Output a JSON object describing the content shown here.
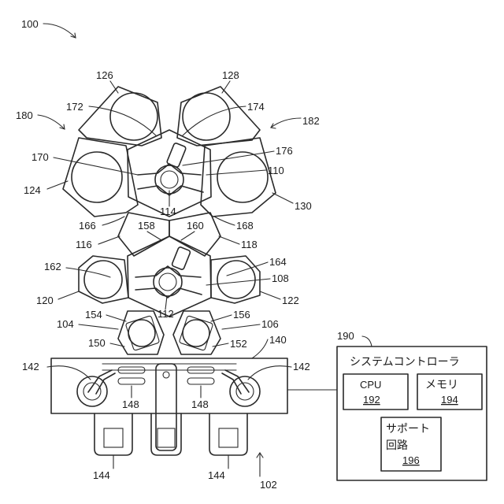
{
  "labels": {
    "system": "100",
    "factory_interface": "102",
    "ll_left": "104",
    "ll_right": "106",
    "lower_chamber": "108",
    "upper_chamber": "110",
    "lower_robot": "112",
    "upper_robot": "114",
    "pass_left": "116",
    "pass_right": "118",
    "pc_120": "120",
    "pc_122": "122",
    "pc_124": "124",
    "pc_126": "126",
    "pc_128": "128",
    "pc_130": "130",
    "fi_140": "140",
    "robot_left": "142",
    "robot_right": "142",
    "foup_left": "144",
    "foup_right": "144",
    "track_left": "148",
    "track_right": "148",
    "l150": "150",
    "l152": "152",
    "l154": "154",
    "l156": "156",
    "l158": "158",
    "l160": "160",
    "l162": "162",
    "l164": "164",
    "l166": "166",
    "l168": "168",
    "l170": "170",
    "l172": "172",
    "l174": "174",
    "l176": "176",
    "cluster_left": "180",
    "cluster_right": "182",
    "controller_num": "190"
  },
  "controller": {
    "title": "システムコントローラ",
    "cpu_label": "CPU",
    "cpu_num": "192",
    "memory_label": "メモリ",
    "memory_num": "194",
    "support_line1": "サポート",
    "support_line2": "回路",
    "support_num": "196"
  }
}
